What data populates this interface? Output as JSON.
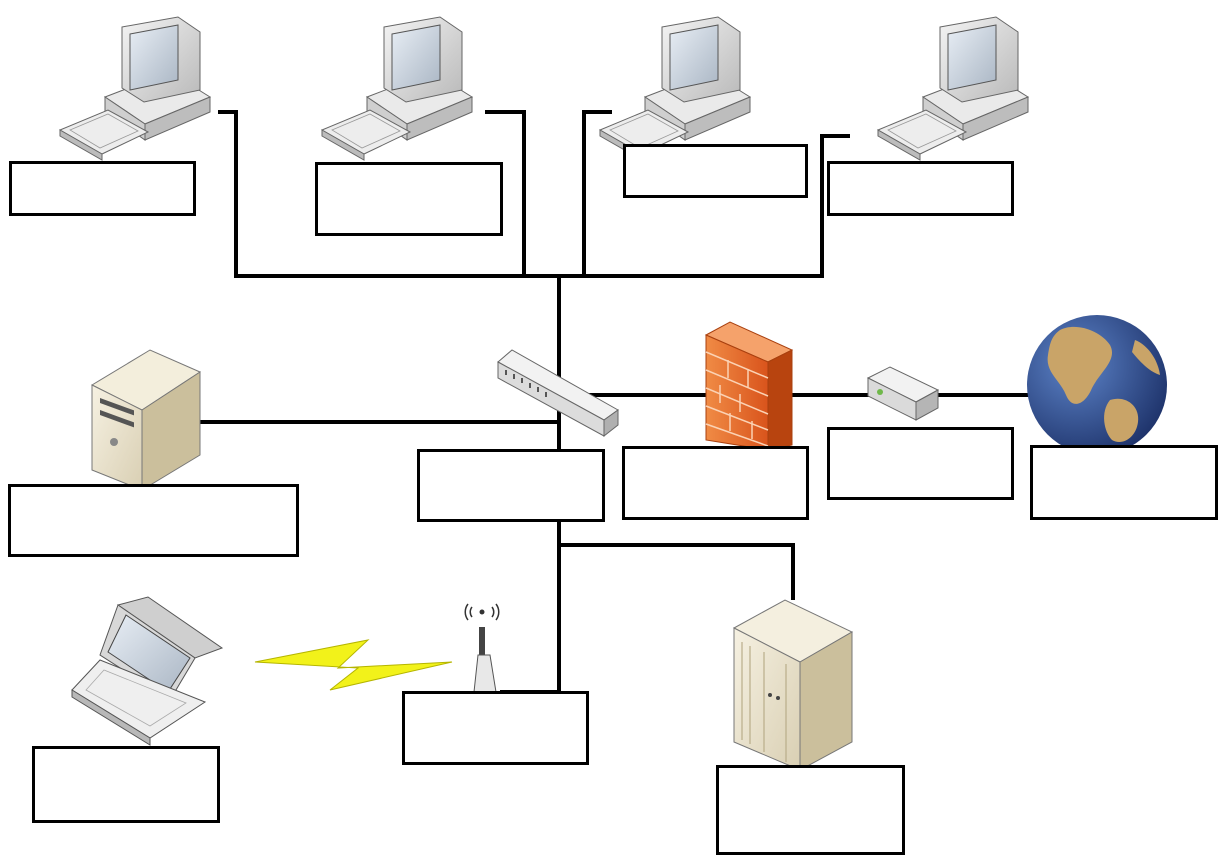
{
  "diagram": {
    "kind": "network-topology",
    "nodes": [
      {
        "id": "workstation-1",
        "icon": "desktop-computer-icon",
        "label": ""
      },
      {
        "id": "workstation-2",
        "icon": "desktop-computer-icon",
        "label": ""
      },
      {
        "id": "workstation-3",
        "icon": "desktop-computer-icon",
        "label": ""
      },
      {
        "id": "workstation-4",
        "icon": "desktop-computer-icon",
        "label": ""
      },
      {
        "id": "server",
        "icon": "tower-server-icon",
        "label": ""
      },
      {
        "id": "switch",
        "icon": "network-switch-icon",
        "label": ""
      },
      {
        "id": "firewall",
        "icon": "brick-firewall-icon",
        "label": ""
      },
      {
        "id": "router",
        "icon": "router-icon",
        "label": ""
      },
      {
        "id": "internet",
        "icon": "globe-icon",
        "label": ""
      },
      {
        "id": "laptop",
        "icon": "laptop-icon",
        "label": ""
      },
      {
        "id": "access-point",
        "icon": "wireless-access-point-icon",
        "label": ""
      },
      {
        "id": "mainframe",
        "icon": "mainframe-server-icon",
        "label": ""
      }
    ],
    "links": [
      [
        "workstation-1",
        "switch"
      ],
      [
        "workstation-2",
        "switch"
      ],
      [
        "workstation-3",
        "switch"
      ],
      [
        "workstation-4",
        "switch"
      ],
      [
        "server",
        "switch"
      ],
      [
        "switch",
        "firewall"
      ],
      [
        "firewall",
        "router"
      ],
      [
        "router",
        "internet"
      ],
      [
        "switch",
        "access-point"
      ],
      [
        "switch",
        "mainframe"
      ],
      [
        "laptop",
        "access-point"
      ]
    ],
    "wireless_link_color": "#f2f21a",
    "firewall_color": "#e8692a",
    "globe_ocean_color": "#2b4a8c",
    "globe_land_color": "#c9a468"
  }
}
